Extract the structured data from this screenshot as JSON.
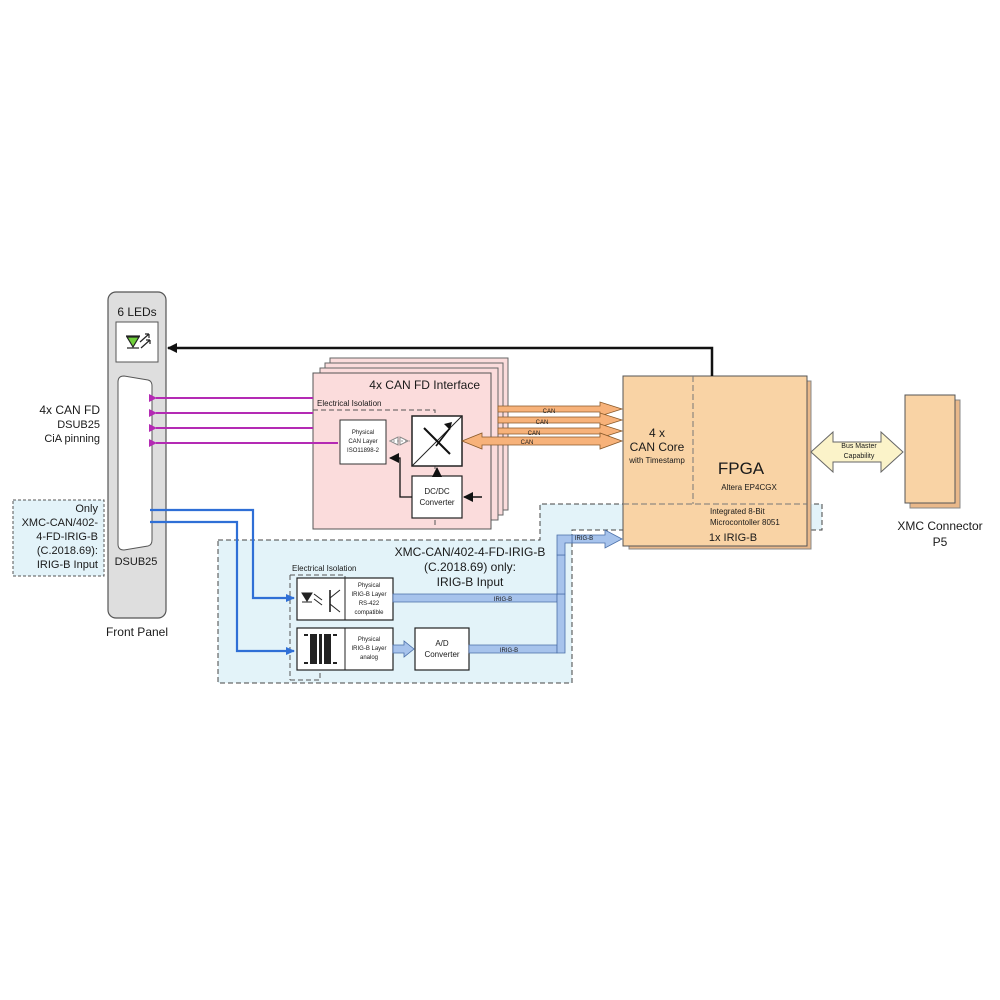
{
  "front_panel": {
    "leds_label": "6 LEDs",
    "dsub_label": "DSUB25",
    "caption": "Front Panel"
  },
  "left_labels": {
    "can_line1": "4x CAN FD",
    "can_line2": "DSUB25",
    "can_line3": "CiA pinning",
    "irig_line1": "Only",
    "irig_line2": "XMC-CAN/402-",
    "irig_line3": "4-FD-IRIG-B",
    "irig_line4": "(C.2018.69):",
    "irig_line5": "IRIG-B Input"
  },
  "can_interface": {
    "title": "4x CAN FD Interface",
    "isolation_label": "Electrical Isolation",
    "phys_line1": "Physical",
    "phys_line2": "CAN Layer",
    "phys_line3": "ISO11898-2",
    "dcdc_line1": "DC/DC",
    "dcdc_line2": "Converter",
    "bus_labels": [
      "CAN",
      "CAN",
      "CAN",
      "CAN"
    ]
  },
  "fpga": {
    "core_line1": "4 x",
    "core_line2": "CAN Core",
    "core_line3": "with Timestamp",
    "title": "FPGA",
    "chip": "Altera EP4CGX",
    "micro_line1": "Integrated 8-Bit",
    "micro_line2": "Microcontoller 8051",
    "irig": "1x IRIG-B"
  },
  "bus_master": {
    "line1": "Bus Master",
    "line2": "Capability"
  },
  "xmc": {
    "line1": "XMC Connector",
    "line2": "P5"
  },
  "irig_section": {
    "title_line1": "XMC-CAN/402-4-FD-IRIG-B",
    "title_line2": "(C.2018.69) only:",
    "title_line3": "IRIG-B Input",
    "isolation_label": "Electrical Isolation",
    "rs422_line1": "Physical",
    "rs422_line2": "IRIG-B Layer",
    "rs422_line3": "RS-422",
    "rs422_line4": "compatible",
    "analog_line1": "Physical",
    "analog_line2": "IRIG-B Layer",
    "analog_line3": "analog",
    "ad_line1": "A/D",
    "ad_line2": "Converter",
    "bus_label_top": "IRIG-B",
    "bus_label_mid": "IRIG-B",
    "bus_label_bottom": "IRIG-B"
  },
  "colors": {
    "fpga_fill": "#f9d3a5",
    "can_fill": "#fbdcdc",
    "irig_fill": "#e3f3f9",
    "magenta": "#b42ab4",
    "blue_line": "#2f6fd6",
    "bus_orange": "#f7b27a",
    "bus_blue": "#a7c3ec",
    "bus_master_fill": "#fbf3c9"
  }
}
